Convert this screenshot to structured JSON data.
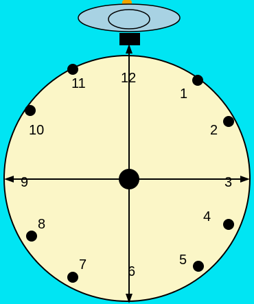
{
  "colors": {
    "background": "#00e5f3",
    "dial": "#fbf6c7",
    "cap": "#a8d2e3",
    "knob_tip": "#f0a400",
    "ink": "#000000"
  },
  "hour_labels": [
    "1",
    "2",
    "3",
    "4",
    "5",
    "6",
    "7",
    "8",
    "9",
    "10",
    "11",
    "12"
  ]
}
